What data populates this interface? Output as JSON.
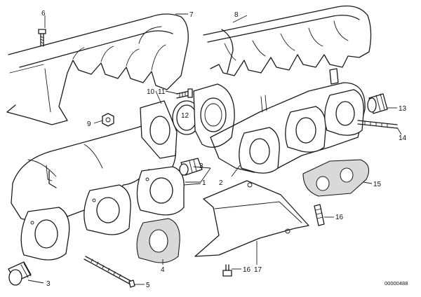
{
  "callouts": [
    {
      "id": "1",
      "label": "1"
    },
    {
      "id": "2",
      "label": "2"
    },
    {
      "id": "3a",
      "label": "3"
    },
    {
      "id": "3b",
      "label": "3"
    },
    {
      "id": "4",
      "label": "4"
    },
    {
      "id": "5",
      "label": "5"
    },
    {
      "id": "6",
      "label": "6"
    },
    {
      "id": "7",
      "label": "7"
    },
    {
      "id": "8",
      "label": "8"
    },
    {
      "id": "9",
      "label": "9"
    },
    {
      "id": "10",
      "label": "10"
    },
    {
      "id": "11",
      "label": "11"
    },
    {
      "id": "12",
      "label": "12"
    },
    {
      "id": "13",
      "label": "13"
    },
    {
      "id": "14",
      "label": "14"
    },
    {
      "id": "15",
      "label": "15"
    },
    {
      "id": "16",
      "label": "16"
    },
    {
      "id": "16b",
      "label": "16"
    },
    {
      "id": "17",
      "label": "17"
    }
  ],
  "drawing_number": "00000488"
}
